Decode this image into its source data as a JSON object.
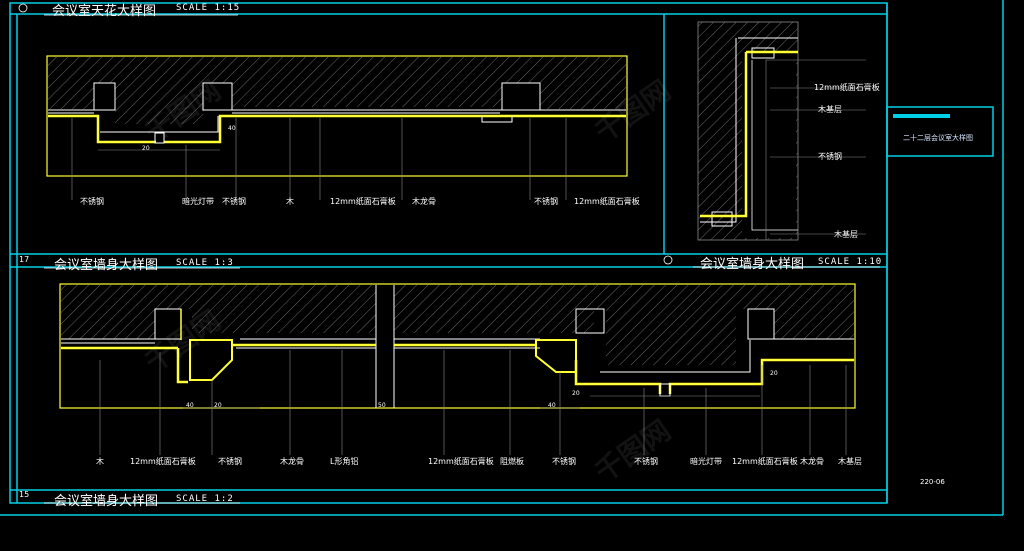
{
  "colors": {
    "cyan": "#00d0e8",
    "yellow": "#ffff33",
    "white": "#ffffff",
    "gray": "#8a8a8a"
  },
  "drawing": {
    "top_title": "会议室天花大样图",
    "top_scale": "SCALE  1:15",
    "right_title": "会议室墙身大样图",
    "right_scale": "SCALE  1:10",
    "mid_number": "17",
    "mid_title": "会议室墙身大样图",
    "mid_scale": "SCALE  1:3",
    "bottom_number": "15",
    "bottom_title": "会议室墙身大样图",
    "bottom_scale": "SCALE  1:2",
    "side_panel_title": "二十二层会议室大样图",
    "sheet_code": "220-06"
  },
  "ceiling_labels": [
    "不锈钢",
    "暗光灯带",
    "不锈钢",
    "木",
    "12mm纸面石膏板",
    "木龙骨",
    "不锈钢",
    "12mm纸面石膏板"
  ],
  "right_labels": [
    "12mm纸面石膏板",
    "木基层",
    "不锈钢",
    "木基层"
  ],
  "wall_labels": [
    "木",
    "12mm纸面石膏板",
    "不锈钢",
    "木龙骨",
    "L形角铝",
    "12mm纸面石膏板",
    "阻燃板",
    "不锈钢",
    "不锈钢",
    "暗光灯带",
    "12mm纸面石膏板",
    "木龙骨",
    "木基层"
  ],
  "dims": {
    "d1": "20",
    "d2": "40",
    "d3": "40",
    "d4": "20",
    "d5": "50",
    "d6": "40",
    "d7": "20",
    "d8": "20"
  },
  "watermark": "千图网"
}
